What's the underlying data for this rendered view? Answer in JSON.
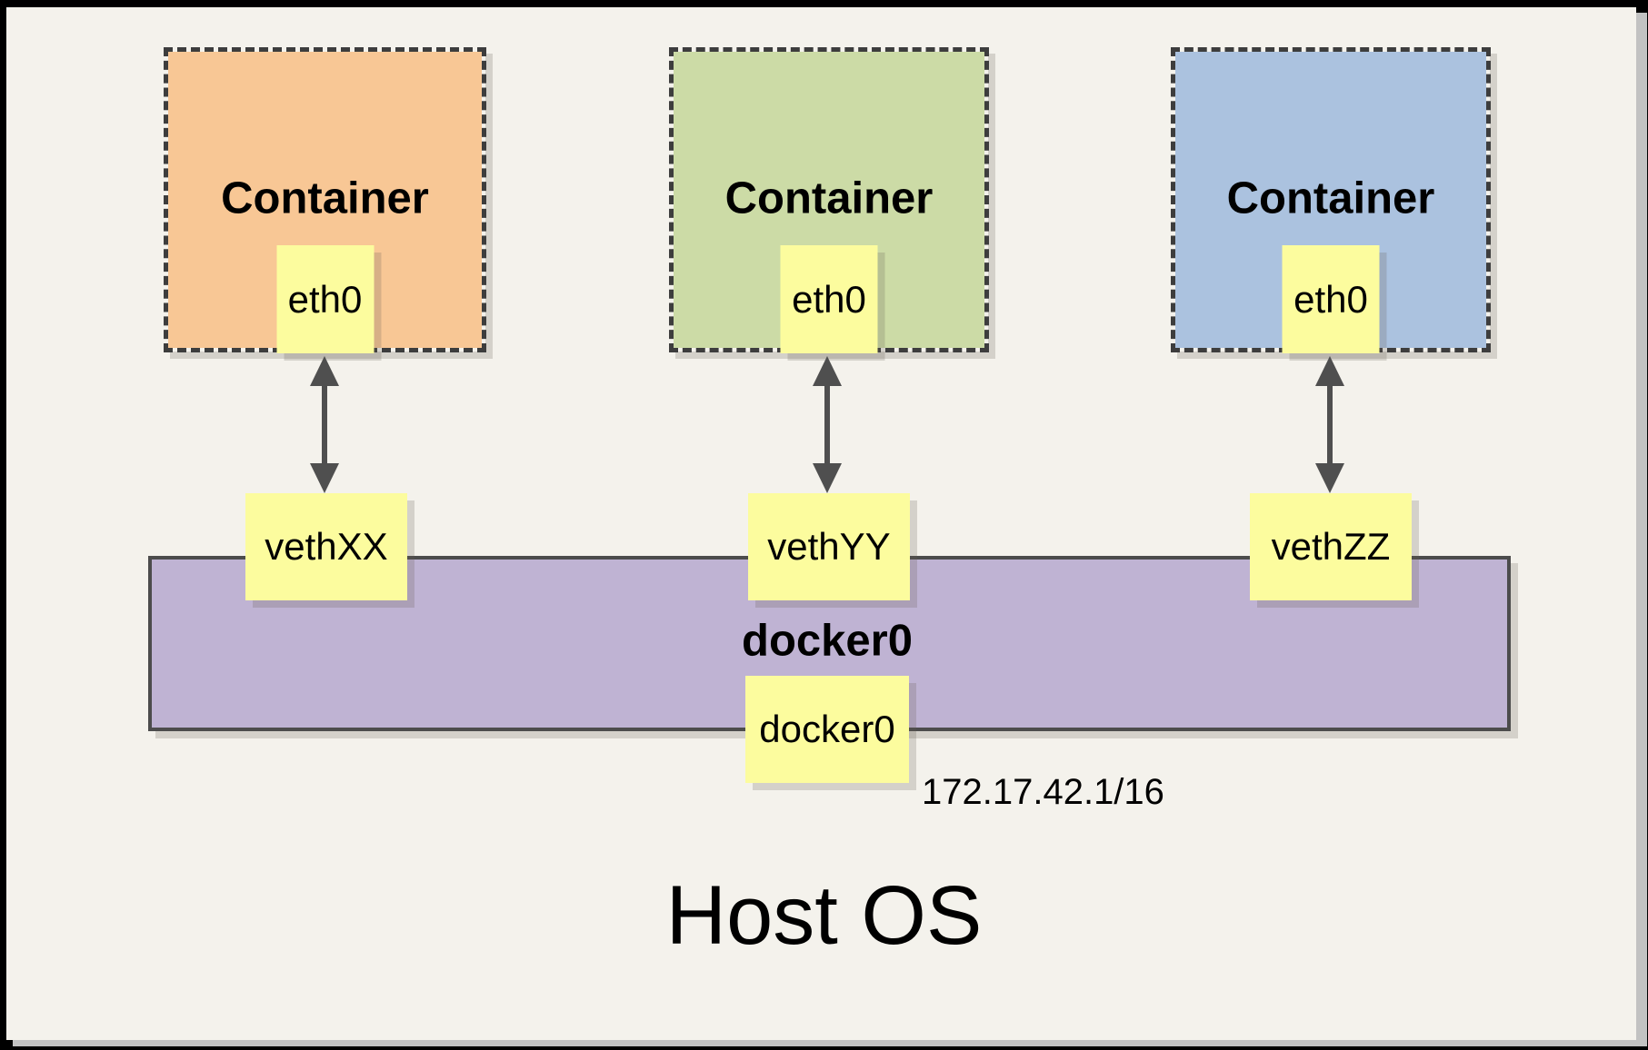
{
  "frame": {
    "background_color": "#f4f2ec",
    "border_color": "#000000",
    "shadow_color": "#c2c2c2"
  },
  "containers": [
    {
      "title": "Container",
      "iface": "eth0",
      "veth": "vethXX",
      "fill": "#f8c795"
    },
    {
      "title": "Container",
      "iface": "eth0",
      "veth": "vethYY",
      "fill": "#ccdba6"
    },
    {
      "title": "Container",
      "iface": "eth0",
      "veth": "vethZZ",
      "fill": "#abc2df"
    }
  ],
  "bridge": {
    "label": "docker0",
    "iface": "docker0",
    "ip": "172.17.42.1/16",
    "fill": "#bfb3d3"
  },
  "host": {
    "label": "Host OS"
  },
  "note_fill": "#fcfc9e",
  "arrow_color": "#4f4f4f"
}
